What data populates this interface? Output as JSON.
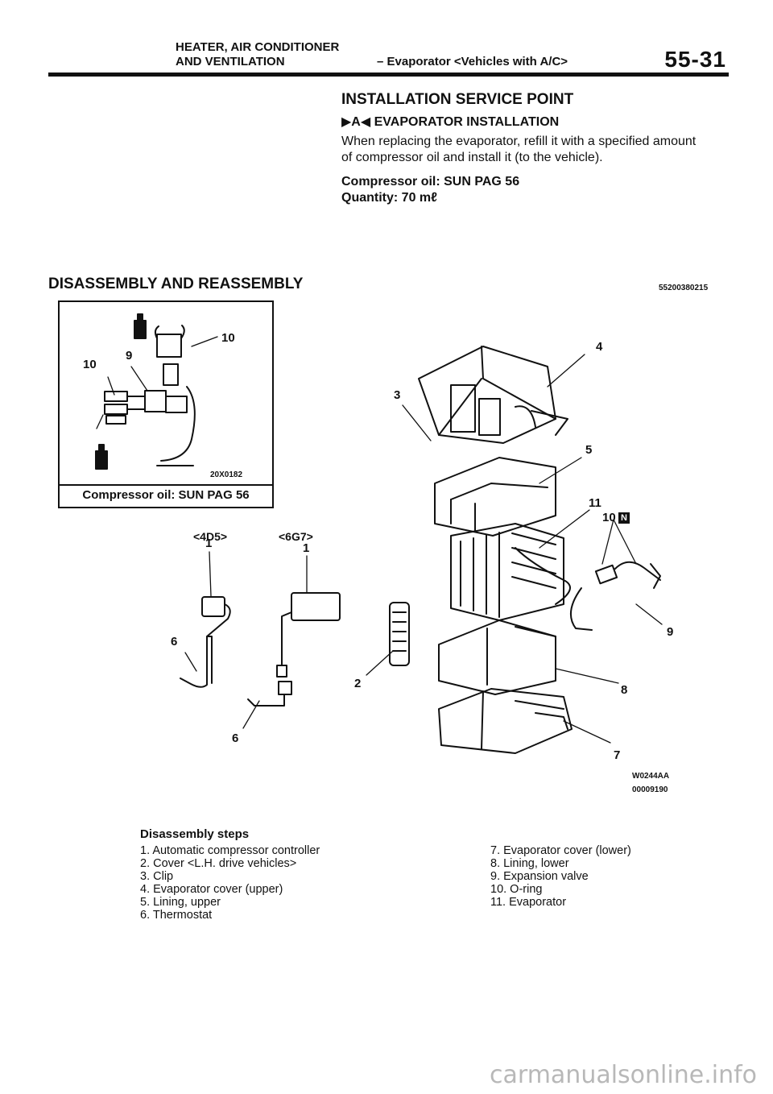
{
  "header": {
    "line1": "HEATER, AIR CONDITIONER",
    "line2": "AND VENTILATION",
    "subtitle": "– Evaporator <Vehicles with A/C>",
    "page_number": "55-31"
  },
  "installation": {
    "title": "INSTALLATION SERVICE POINT",
    "subtitle": "▶A◀ EVAPORATOR INSTALLATION",
    "paragraph_line1": "When replacing the evaporator, refill it with a specified amount",
    "paragraph_line2": "of compressor oil and install it (to the vehicle).",
    "oil_line": "Compressor oil: SUN PAG 56",
    "quantity_line": "Quantity: 70 mℓ"
  },
  "disassembly": {
    "title": "DISASSEMBLY AND REASSEMBLY",
    "code": "55200380215",
    "inset_code": "20X0182",
    "inset_caption": "Compressor oil: SUN PAG 56",
    "engine_label_a": "<4D5>",
    "engine_label_b": "<6G7>",
    "figure_code1": "W0244AA",
    "figure_code2": "00009190"
  },
  "callouts": {
    "inset_10a": "10",
    "inset_10b": "10",
    "inset_9": "9",
    "c1a": "1",
    "c1b": "1",
    "c6a": "6",
    "c6b": "6",
    "c2": "2",
    "c3": "3",
    "c4": "4",
    "c5": "5",
    "c11": "11",
    "c10": "10",
    "c10_badge": "N",
    "c9": "9",
    "c8": "8",
    "c7": "7"
  },
  "steps": {
    "title": "Disassembly steps",
    "left": [
      "1. Automatic compressor controller",
      "2. Cover <L.H. drive vehicles>",
      "3. Clip",
      "4. Evaporator cover (upper)",
      "5. Lining, upper",
      "6. Thermostat"
    ],
    "right": [
      "7. Evaporator cover (lower)",
      "8. Lining, lower",
      "9. Expansion valve",
      "10. O-ring",
      "11. Evaporator"
    ]
  },
  "watermark": "carmanualsonline.info"
}
